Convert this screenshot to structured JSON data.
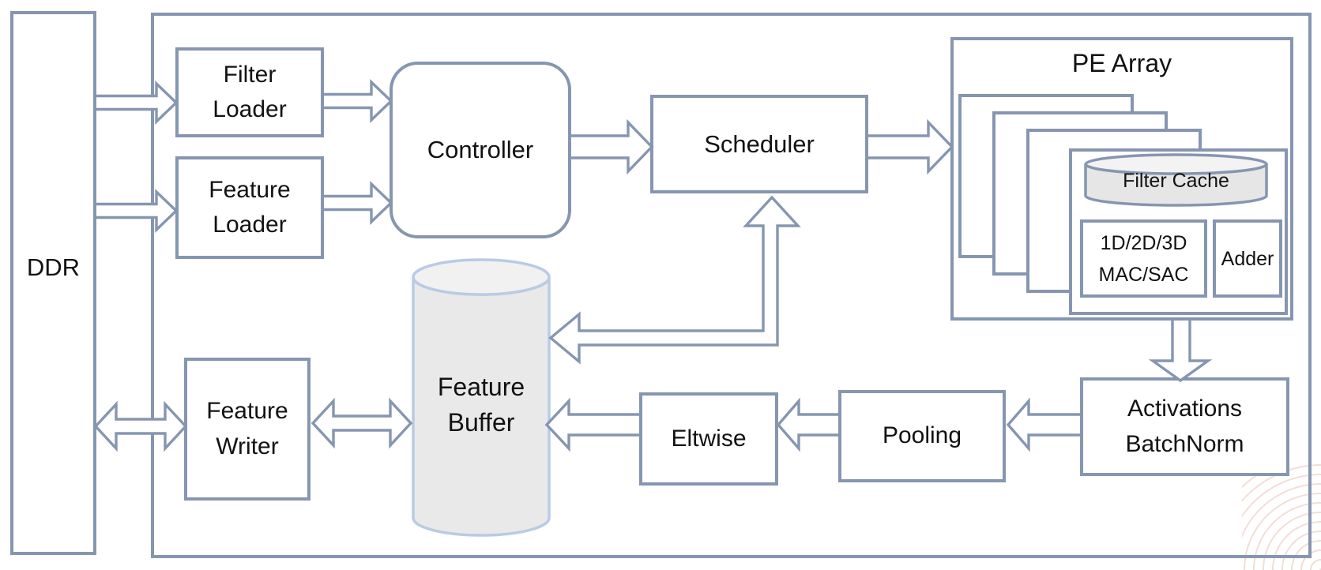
{
  "diagram": {
    "nodes": {
      "ddr": {
        "label": "DDR"
      },
      "filter_loader": {
        "label": "Filter\nLoader"
      },
      "feature_loader": {
        "label": "Feature\nLoader"
      },
      "controller": {
        "label": "Controller"
      },
      "scheduler": {
        "label": "Scheduler"
      },
      "pe_array": {
        "label": "PE Array"
      },
      "filter_cache": {
        "label": "Filter Cache"
      },
      "mac": {
        "label": "1D/2D/3D\nMAC/SAC"
      },
      "adder": {
        "label": "Adder"
      },
      "feature_buffer": {
        "label": "Feature\nBuffer"
      },
      "feature_writer": {
        "label": "Feature\nWriter"
      },
      "eltwise": {
        "label": "Eltwise"
      },
      "pooling": {
        "label": "Pooling"
      },
      "activations": {
        "label": "Activations\nBatchNorm"
      }
    },
    "connections": [
      {
        "from": "DDR",
        "to": "Filter Loader",
        "style": "single-right"
      },
      {
        "from": "DDR",
        "to": "Feature Loader",
        "style": "single-right"
      },
      {
        "from": "Filter Loader",
        "to": "Controller",
        "style": "single-right"
      },
      {
        "from": "Feature Loader",
        "to": "Controller",
        "style": "single-right"
      },
      {
        "from": "Controller",
        "to": "Scheduler",
        "style": "single-right"
      },
      {
        "from": "Scheduler",
        "to": "PE Array",
        "style": "single-right"
      },
      {
        "from": "PE Array",
        "to": "Activations BatchNorm",
        "style": "single-down"
      },
      {
        "from": "Activations BatchNorm",
        "to": "Pooling",
        "style": "single-left"
      },
      {
        "from": "Pooling",
        "to": "Eltwise",
        "style": "single-left"
      },
      {
        "from": "Eltwise",
        "to": "Feature Buffer",
        "style": "single-left"
      },
      {
        "from": "Feature Buffer",
        "to": "Scheduler",
        "style": "double-bent"
      },
      {
        "from": "DDR",
        "to": "Feature Writer",
        "style": "double"
      },
      {
        "from": "Feature Writer",
        "to": "Feature Buffer",
        "style": "double"
      }
    ],
    "colors": {
      "stroke": "#8696b0",
      "buffer_stroke": "#b9cbe5",
      "cylinder_fill": "#e9e9e9",
      "text": "#121212",
      "background": "#ffffff",
      "watermark": "#e7c4b6"
    }
  }
}
